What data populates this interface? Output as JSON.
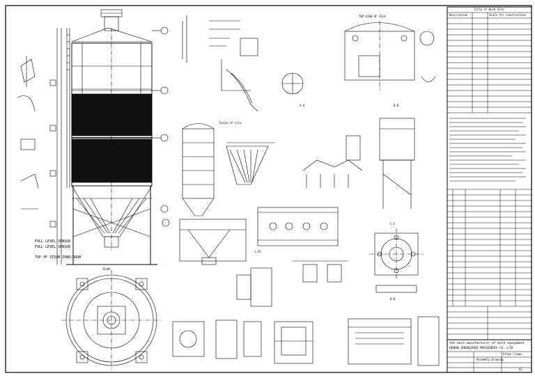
{
  "drawing": {
    "label_full_level_left": "FULL LEVEL SENSOR",
    "label_full_level_right": "FULL LEVEL SENSOR",
    "label_top_level": "TOP OF STEAM ZONE/DRUM",
    "title_block": {
      "project_label": "Title of Bulk Silo",
      "column_a": "Description",
      "column_b": "Scale for construction",
      "company_cn": "the best manufacturer of bulk equipment",
      "company_en": "HENAN ZHENGZHOU MACHINERY CO.,LTD",
      "website": "https://www.",
      "footer_left": "Assembly Drawing",
      "footer_right": "A1"
    },
    "main_labels": {
      "view_top": "TOP VIEW OF SILO",
      "section_top": "Scale of silo",
      "plan_label": "PLAN",
      "detail_a": "A-A",
      "detail_b": "B-B",
      "detail_c": "C-C",
      "detail_d": "D-D",
      "scale_note": "1:25"
    }
  }
}
